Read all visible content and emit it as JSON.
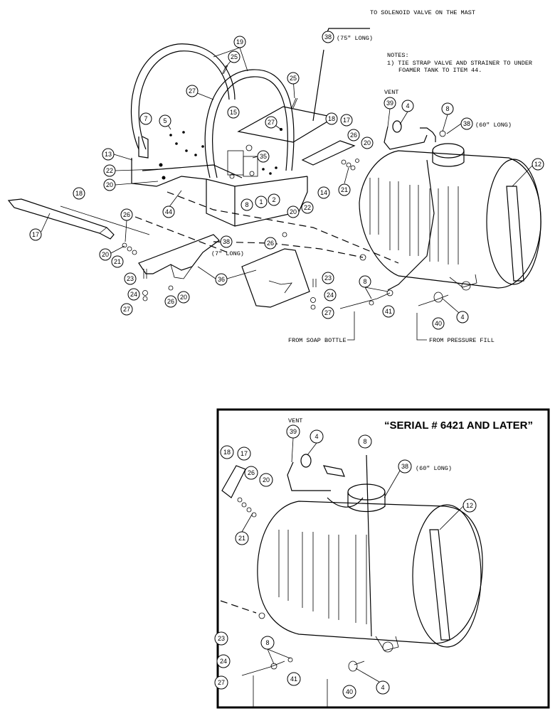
{
  "callouts": {
    "to_solenoid": "TO SOLENOID VALVE ON THE MAST",
    "len_75": "(75\" LONG)",
    "len_60": "(60\" LONG)",
    "len_7": "(7\" LONG)",
    "vent": "VENT",
    "from_soap": "FROM SOAP BOTTLE",
    "from_pressure": "FROM PRESSURE FILL"
  },
  "notes": {
    "heading": "NOTES:",
    "line1": "1)  TIE STRAP VALVE AND STRAINER TO UNDER",
    "line2": "FOAMER TANK TO ITEM 44."
  },
  "inset": {
    "title": "“SERIAL # 6421 AND LATER”",
    "vent": "VENT",
    "len_60": "(60\" LONG)"
  }
}
